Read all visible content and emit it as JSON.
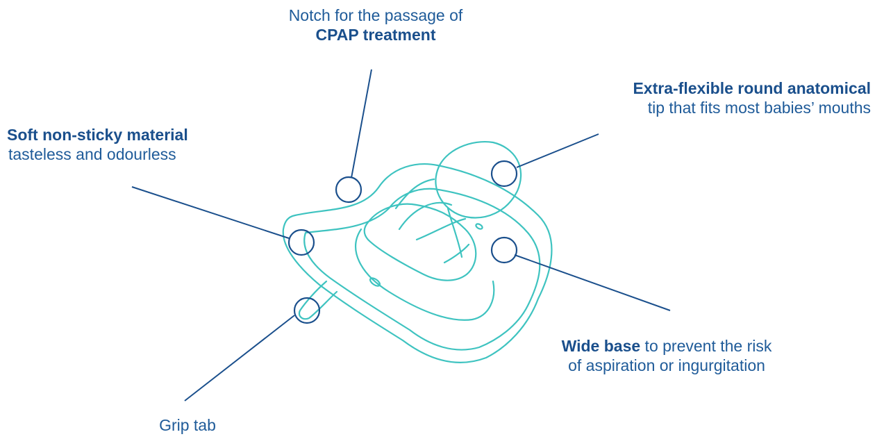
{
  "colors": {
    "text": "#1f5b99",
    "outline": "#3ec3c0",
    "leader": "#1a4f8c"
  },
  "labels": {
    "notch": {
      "line1": "Notch for the passage of",
      "line2_bold": "CPAP treatment"
    },
    "tip": {
      "line1_bold": "Extra-flexible round anatomical",
      "line2": "tip that fits most babies’ mouths"
    },
    "material": {
      "line1_bold": "Soft non-sticky material",
      "line2": "tasteless and odourless"
    },
    "base": {
      "line1_bold": "Wide base",
      "line1_rest": " to prevent the risk",
      "line2": "of aspiration or ingurgitation"
    },
    "grip": {
      "line1": "Grip tab"
    }
  }
}
